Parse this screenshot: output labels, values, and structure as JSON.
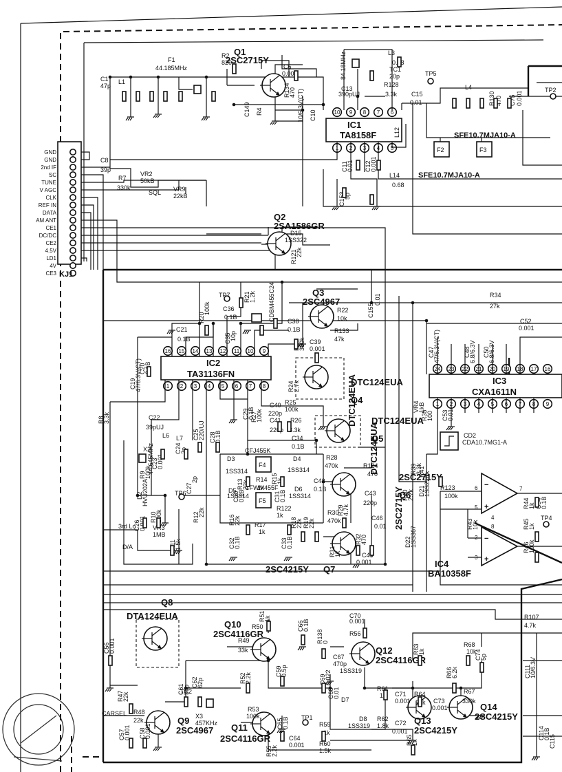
{
  "connector": {
    "ref": "KJ1",
    "pins": [
      "GND",
      "GND",
      "2nd IF",
      "SC",
      "TUNE",
      "V AGC",
      "CLK",
      "REF IN",
      "DATA",
      "AM ANT",
      "CE1",
      "DC/DC",
      "CE2",
      "4.5V",
      "LD1",
      "4V",
      "CE3"
    ]
  },
  "ics": [
    {
      "id": "ic1",
      "ref": "IC1",
      "part": "TA8158F",
      "pins_top": [
        "10",
        "9",
        "8",
        "7",
        "6"
      ],
      "pins_bottom": [
        "1",
        "2",
        "3",
        "4",
        "5"
      ]
    },
    {
      "id": "ic2",
      "ref": "IC2",
      "part": "TA31136FN",
      "pins_top": [
        "16",
        "15",
        "14",
        "13",
        "12",
        "11",
        "10",
        "9"
      ],
      "pins_bottom": [
        "1",
        "2",
        "3",
        "4",
        "5",
        "6",
        "7",
        "8"
      ]
    },
    {
      "id": "ic3",
      "ref": "IC3",
      "part": "CXA1611N",
      "pins_top": [
        "24",
        "23",
        "22",
        "21",
        "20",
        "19",
        "18",
        "17",
        "16"
      ],
      "pins_bottom": [
        "1",
        "2",
        "3",
        "4",
        "5",
        "6",
        "7",
        "8",
        "9"
      ]
    },
    {
      "id": "ic4",
      "ref": "IC4",
      "part": "BA10358F"
    }
  ],
  "transistors": [
    {
      "ref": "Q1",
      "part": "2SC2715Y"
    },
    {
      "ref": "Q2",
      "part": "2SA1586GR"
    },
    {
      "ref": "Q3",
      "part": "2SC4967"
    },
    {
      "ref": "Q4",
      "part": "DTC124EUA"
    },
    {
      "ref": "Q5",
      "part": "DTC124EUA"
    },
    {
      "ref": "Q6",
      "part": "2SC2715Y"
    },
    {
      "ref": "Q7",
      "part": "2SC4215Y"
    },
    {
      "ref": "Q8",
      "part": "DTA124EUA"
    },
    {
      "ref": "Q9",
      "part": "2SC4967"
    },
    {
      "ref": "Q10",
      "part": "2SC4116GR"
    },
    {
      "ref": "Q11",
      "part": "2SC4116GR"
    },
    {
      "ref": "Q12",
      "part": "2SC4116GR"
    },
    {
      "ref": "Q13",
      "part": "2SC4215Y"
    },
    {
      "ref": "Q14",
      "part": "2SC4215Y"
    }
  ],
  "filters": {
    "f1": "SFE10.7MJA10-A",
    "f2": "SFE10.7MJA10-A",
    "f4": "CFJ455K",
    "f5": "CFWM455F",
    "cd2": "CDA10.7MG1-A",
    "cd1": "CDBM455C24"
  },
  "crystals": {
    "f1": "44.185MHz",
    "x1": "84.18MHz",
    "x2": "44.645MHz",
    "x3": "457KHz"
  },
  "labels": {
    "l1": "L1",
    "c1": "C1",
    "c1v": "47p",
    "f1": "F1",
    "r2": "R2",
    "r2v": "820",
    "c6": "C6",
    "c6v": "0.001",
    "c8": "C8",
    "c8v": "39p",
    "r7": "R7",
    "r7v": "330k",
    "vr2": "VR2",
    "vr2v": "50kB",
    "sql": "SQL",
    "vr9": "VR9",
    "vr9v": "22kB",
    "l3": "L3",
    "l3v": "0.68",
    "tc1": "TC1",
    "tc1v": "20p",
    "r128": "R128",
    "r128v": "3.3k",
    "c13": "C13",
    "c13v": "390pUJ",
    "tp5": "TP5",
    "tp2": "TP2",
    "c15": "C15",
    "c15v": "0.01",
    "l4": "L4",
    "r130": "R130",
    "r130v": "470",
    "c75": "C75",
    "c75v": "0.001",
    "f2": "F2",
    "f3": "F3",
    "l12": "L12",
    "l14": "L14",
    "l14v": "0.68",
    "c149": "C149",
    "r4": "R4",
    "c3v": "10/6.3V(CT)",
    "c10": "C10",
    "r134": "R134",
    "r134v": "470",
    "c11": "C11",
    "c11v": "0.01",
    "c12": "C12",
    "c12v": "0.001",
    "c153": "C153",
    "c153v": "5p",
    "d15": "D15",
    "d15v": "1SS322",
    "r121": "R121",
    "r121v": "22k",
    "r20": "R20",
    "r20v": "100k",
    "tp7": "TP7",
    "c36": "C36",
    "c36v": "0.1B",
    "r21": "R21",
    "r21v": "1.2k",
    "r22": "R22",
    "r22v": "10k",
    "r133": "R133",
    "r133v": "47k",
    "c155": "C155",
    "c155v": "0.01",
    "r34": "R34",
    "r34v": "27k",
    "c52": "C52",
    "c52v": "0.001",
    "c21": "C21",
    "c21v": "0.1B",
    "c35": "C35",
    "c35v": "10p",
    "c38": "C38",
    "c38v": "0.1B",
    "c39": "C39",
    "c39v": "0.001",
    "r23": "R23",
    "r23v": "390k",
    "c19": "C19",
    "c19v": "47/6.3V(CT)",
    "c20": "C20",
    "c20v": "0.1B",
    "r24": "R24",
    "r24v": "2.7k",
    "c40": "C40",
    "c40v": "220p",
    "r25": "R25",
    "r25v": "100k",
    "c47": "C47",
    "c47v": "47/6.3V(CT)",
    "c48": "C48",
    "c48v": "6.8/6.3V",
    "c50": "C50",
    "c50v": "6.8/6.3V",
    "r8": "R8",
    "r8v": "3.3k",
    "c22": "C22",
    "c22v": "39pUJ",
    "c25": "C25",
    "c25v": "220/UJ",
    "c28": "C28",
    "c28v": "0.1B",
    "c29": "C29",
    "c29v": "0.1B",
    "r27": "R27",
    "r27v": "100k",
    "c41": "C41",
    "c41v": "220p",
    "r26": "R26",
    "r26v": "3.3k",
    "c34": "C34",
    "c34v": "0.1B",
    "r35": "R35",
    "r35v": "100",
    "c53": "C53",
    "c53v": "0.01",
    "cd2": "CD2",
    "l6": "L6",
    "l7": "L7",
    "x2": "X2",
    "c23": "C23",
    "c23v": "0.001",
    "c24": "C24",
    "c24v": "2p",
    "r9": "R9",
    "r9v": "100k",
    "d2": "D2",
    "d2v": "HVU202A",
    "d3": "D3",
    "d3v": "1SS314",
    "d4": "D4",
    "d4v": "1SS314",
    "f4": "F4",
    "f5": "F5",
    "r13": "R13",
    "r13v": "22k",
    "r14": "R14",
    "r14v": "1k",
    "r15": "R15",
    "r15v": "1k",
    "r28": "R28",
    "r28v": "470k",
    "r124": "R124",
    "r124v": "470",
    "c42": "C42",
    "c42v": "0.1B",
    "c43": "C43",
    "c43v": "220p",
    "c27": "C27",
    "c27v": "2p",
    "c30": "C30",
    "c30v": "0.1B",
    "c31": "C31",
    "c31v": "0.1B",
    "tp6": "TP6",
    "d5": "D5",
    "d5v": "1SS314",
    "d6": "D6",
    "d6v": "1SS314",
    "r12": "R12",
    "r12v": "22k",
    "r122": "R122",
    "r122v": "1k",
    "r16": "R16",
    "r16v": "22k",
    "r17": "R17",
    "r17v": "1k",
    "c32": "C32",
    "c32v": "0.1B",
    "c33": "C33",
    "c33v": "0.1B",
    "r18": "R18",
    "r18v": "22k",
    "r19": "R19",
    "r19v": "22k",
    "r30": "R30",
    "r30v": "470k",
    "r29": "R29",
    "r29v": "4.7k",
    "r31": "R31",
    "r31v": "1k",
    "r32": "R32",
    "r32v": "470",
    "c45": "C45",
    "c45v": "0.001",
    "c46": "C46",
    "c46v": "0.01",
    "c26": "C26",
    "c26v": "0.001",
    "r10": "R10",
    "r10v": "100k",
    "vr3": "VR3",
    "vr3v": "1MB",
    "r11": "R11",
    "r11v": "1.5k",
    "thirdlo": "3rd Lo",
    "da": "D/A",
    "r123": "R123",
    "r123v": "100k",
    "r44": "R44",
    "r44v": "1k",
    "c54": "C54",
    "c54v": "0.1B",
    "r43": "R43",
    "r43v": "10k",
    "r45": "R45",
    "r45v": "1k",
    "r46": "R46",
    "r46v": "100k",
    "tp4": "TP4",
    "d21": "D21",
    "d21v": "1SS226",
    "d22": "D22",
    "d22v": "1SS367",
    "r40": "R40",
    "r40v": "2.7k",
    "r41": "R41",
    "r41v": "1k",
    "r39": "R39",
    "r39v": "3.3k",
    "vr4": "VR4",
    "vr4v": "1kB",
    "c56": "C56",
    "c56v": "0.001",
    "r51": "R51",
    "r51v": "1k",
    "r50": "R50",
    "r49": "R49",
    "r49v": "33k",
    "c66": "C66",
    "c66v": "0.1B",
    "r138": "R138",
    "r138v": "0",
    "c70": "C70",
    "c70v": "0.001",
    "r56": "R56",
    "c67": "C67",
    "c67v": "470p",
    "r63": "R63",
    "r63v": "1k",
    "r68": "R68",
    "r68v": "10k",
    "c74": "C74",
    "c74v": "5p",
    "r107": "R107",
    "r107v": "4.7k",
    "c111": "C111",
    "c111v": "10/6.3V",
    "r47": "R47",
    "r47v": "22k",
    "tc2": "TC2",
    "c61": "C61",
    "c61v": "56p",
    "x3": "X3",
    "c62": "C62",
    "c62v": "62p",
    "r52": "R52",
    "r52v": "2.2k",
    "c59": "C59",
    "c59v": "0.5p",
    "c69": "C69",
    "c69v": "0.022",
    "c68": "C68",
    "c68v": "0.01",
    "d7": "D7",
    "d7v": "1SS319",
    "d8": "D8",
    "d8v": "1SS319",
    "r61": "R61",
    "r61v": "1k",
    "c71": "C71",
    "c71v": "0.001",
    "r64": "R64",
    "r64v": "56k",
    "r66": "R66",
    "r66v": "6.2k",
    "r67": "R67",
    "r67v": "330k",
    "c73": "C73",
    "c73v": "0.001",
    "carsel": "CARSEL",
    "r48": "R48",
    "r48v": "22k",
    "c57": "C57",
    "c57v": "0.001",
    "c58": "C58",
    "c58v": "0.001",
    "r53": "R53",
    "r53v": "100k",
    "c65": "C65",
    "c65v": "0.1B",
    "tp1": "TP1",
    "c64": "C64",
    "c64v": "0.001",
    "r59": "R59",
    "r59v": "1k",
    "r60": "R60",
    "r60v": "1.5k",
    "r62": "R62",
    "r62v": "1.8k",
    "c72": "C72",
    "c72v": "0.001",
    "r65": "R65",
    "r65v": "1k",
    "r55": "R55",
    "r55v": "2.2k",
    "c114": "C114",
    "c114v": "0.1B",
    "c115": "C115"
  }
}
